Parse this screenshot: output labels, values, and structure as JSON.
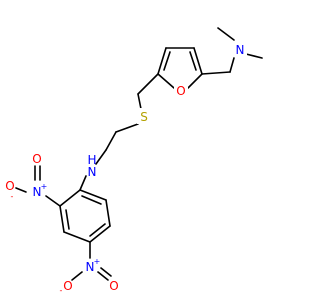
{
  "colors": {
    "bond": "#000000",
    "nitrogen": "#0000ff",
    "oxygen": "#ff0000",
    "sulfur": "#b3a100",
    "carbon": "#000000"
  },
  "atoms": {
    "amine_n": "N",
    "furan_o": "O",
    "thioether_s": "S",
    "aniline_n": "N",
    "aniline_h": "H",
    "nitro1_n": "N",
    "nitro1_n_charge": "+",
    "nitro1_o_top": "O",
    "nitro1_o_minus": "O",
    "nitro1_o_minus_charge": "-",
    "nitro2_n": "N",
    "nitro2_n_charge": "+",
    "nitro2_o_minus": "O",
    "nitro2_o_minus_charge": "-",
    "nitro2_o_right": "O"
  }
}
